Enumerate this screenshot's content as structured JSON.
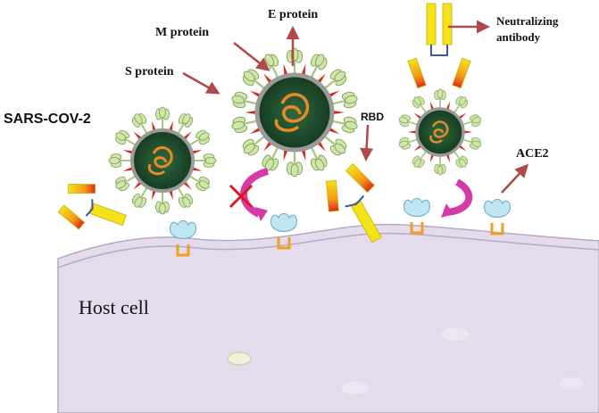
{
  "labels": {
    "virus": "SARS-COV-2",
    "s_protein": "S protein",
    "m_protein": "M protein",
    "e_protein": "E protein",
    "neutralizing_line1": "Neutralizing",
    "neutralizing_line2": "antibody",
    "rbd": "RBD",
    "ace2": "ACE2",
    "host_cell": "Host cell"
  },
  "colors": {
    "cell_fill": "#e4dced",
    "membrane": "#b8a8c8",
    "virus_core": "#1f4a2a",
    "virus_ring": "#9a9a9a",
    "rna": "#e88a2a",
    "spike_green": "#cfe6a8",
    "spike_red": "#d42a1a",
    "arrow": "#b04a4a",
    "antibody_yellow": "#f4e21a",
    "antibody_link": "#3a5aa8",
    "receptor": "#bfe6f2",
    "receptor_stem": "#f0a020",
    "curved_arrow": "#d63aa8",
    "block_x": "#e01a1a"
  },
  "icons": [
    "virus-particle",
    "spike-protein",
    "antibody",
    "ace2-receptor",
    "curved-arrow",
    "block-x-icon"
  ]
}
